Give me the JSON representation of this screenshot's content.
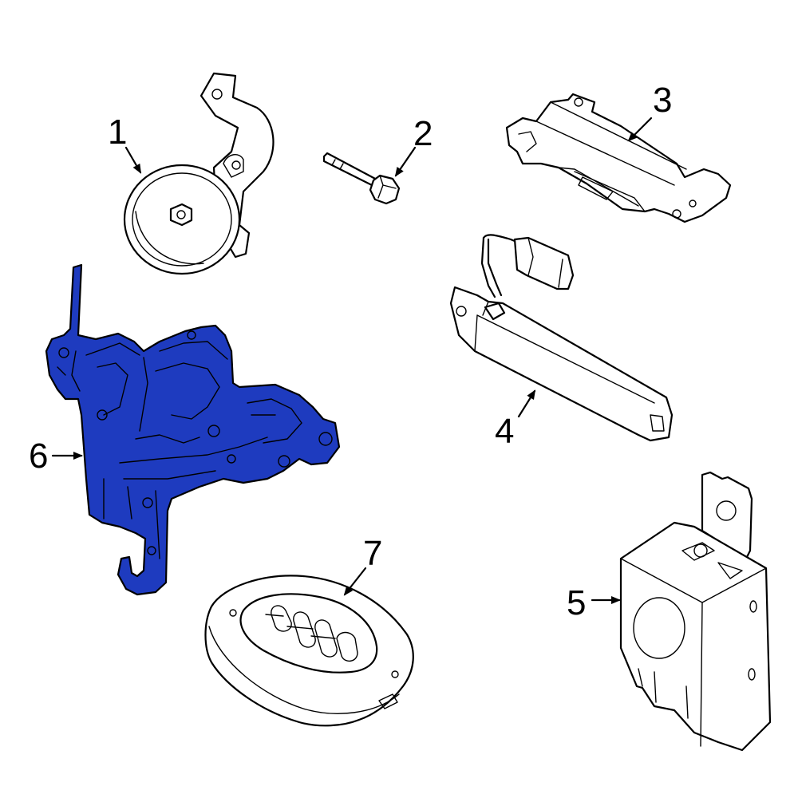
{
  "diagram": {
    "highlight_color": "#1e3bbf",
    "parts": [
      {
        "number": "1",
        "icon": "horn-icon"
      },
      {
        "number": "2",
        "icon": "bolt-icon"
      },
      {
        "number": "3",
        "icon": "antenna-module-icon"
      },
      {
        "number": "4",
        "icon": "antenna-bar-icon"
      },
      {
        "number": "5",
        "icon": "control-module-icon"
      },
      {
        "number": "6",
        "icon": "bracket-icon",
        "highlighted": true
      },
      {
        "number": "7",
        "icon": "key-fob-icon"
      }
    ]
  }
}
